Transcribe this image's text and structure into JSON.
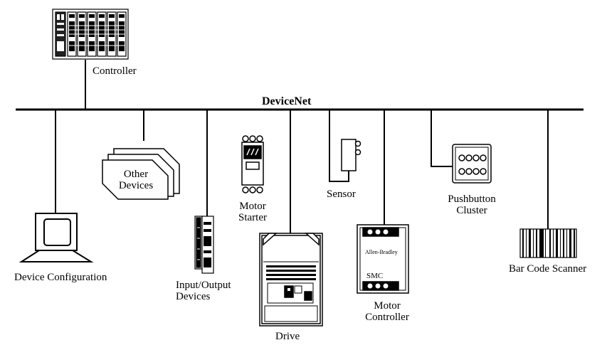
{
  "network": {
    "title": "DeviceNet"
  },
  "devices": {
    "controller": "Controller",
    "device_configuration": "Device Configuration",
    "other_devices": [
      "Other",
      "Devices"
    ],
    "io_devices": [
      "Input/Output",
      "Devices"
    ],
    "motor_starter": [
      "Motor",
      "Starter"
    ],
    "drive": "Drive",
    "sensor": "Sensor",
    "motor_controller": [
      "Motor",
      "Controller"
    ],
    "motor_controller_brand": "Allen-Bradley",
    "motor_controller_model": "SMC",
    "pushbutton_cluster": [
      "Pushbutton",
      "Cluster"
    ],
    "bar_code_scanner": "Bar Code Scanner"
  }
}
